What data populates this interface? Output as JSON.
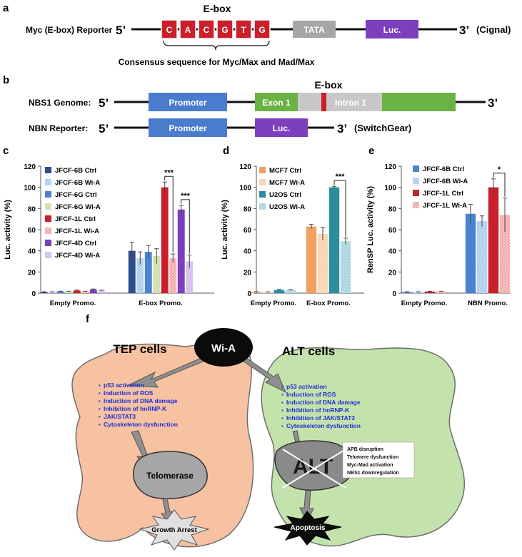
{
  "colors": {
    "ebox_red": "#cc1f2a",
    "tata_gray": "#a6a6a6",
    "luc_purple": "#7d3fbd",
    "promoter_blue": "#4a7ccd",
    "exon_green": "#6bb244",
    "tep_fill": "#f6c2a2",
    "alt_fill": "#c4e3ac",
    "list_blue": "#1f2fd6"
  },
  "panel_a": {
    "label": "a",
    "reporter_label": "Myc (E-box) Reporter",
    "five_prime": "5’",
    "three_prime": "3’",
    "cignal": "(Cignal)",
    "ebox_title": "E-box",
    "sequence": [
      "C",
      "A",
      "C",
      "G",
      "T",
      "G"
    ],
    "tata": "TATA",
    "luc": "Luc.",
    "consensus": "Consensus sequence for Myc/Max and Mad/Max"
  },
  "panel_b": {
    "label": "b",
    "genome_label": "NBS1 Genome:",
    "reporter_label": "NBN Reporter:",
    "five_prime": "5’",
    "three_prime": "3’",
    "promoter": "Promoter",
    "exon": "Exon 1",
    "intron": "Intron 1",
    "ebox": "E-box",
    "luc": "Luc.",
    "switchgear": "(SwitchGear)"
  },
  "chart_data": [
    {
      "panel": "c",
      "type": "bar",
      "ylabel": "Luc. activity (%)",
      "ylim": [
        0,
        120
      ],
      "yticks": [
        0,
        20,
        40,
        60,
        80,
        100,
        120
      ],
      "categories": [
        "Empty Promo.",
        "E-box Promo."
      ],
      "series": [
        {
          "name": "JFCF-6B Ctrl",
          "color": "#2e4d8c",
          "pattern": false,
          "values": [
            1,
            40
          ],
          "errors": [
            0.3,
            8
          ]
        },
        {
          "name": "JFCF-6B Wi-A",
          "color": "#a6c8ec",
          "pattern": true,
          "values": [
            1,
            33
          ],
          "errors": [
            0.3,
            6
          ]
        },
        {
          "name": "JFCF-6G Ctrl",
          "color": "#4a84cf",
          "pattern": false,
          "values": [
            1.5,
            39
          ],
          "errors": [
            0.3,
            6
          ]
        },
        {
          "name": "JFCF-6G Wi-A",
          "color": "#c6dca6",
          "pattern": true,
          "values": [
            1.5,
            35
          ],
          "errors": [
            0.3,
            7
          ]
        },
        {
          "name": "JFCF-1L Ctrl",
          "color": "#c9202b",
          "pattern": false,
          "values": [
            2.5,
            100
          ],
          "errors": [
            0.4,
            5
          ]
        },
        {
          "name": "JFCF-1L Wi-A",
          "color": "#f1a3a3",
          "pattern": true,
          "values": [
            1.5,
            33
          ],
          "errors": [
            0.3,
            4
          ]
        },
        {
          "name": "JFCF-4D Ctrl",
          "color": "#7a3fbf",
          "pattern": false,
          "values": [
            3.5,
            79
          ],
          "errors": [
            0.4,
            4
          ]
        },
        {
          "name": "JFCF-4D Wi-A",
          "color": "#cdb6ea",
          "pattern": true,
          "values": [
            2.5,
            30
          ],
          "errors": [
            0.3,
            6
          ]
        }
      ],
      "significance": [
        {
          "text": "***",
          "category": 1,
          "from": 4,
          "to": 5
        },
        {
          "text": "***",
          "category": 1,
          "from": 6,
          "to": 7
        }
      ]
    },
    {
      "panel": "d",
      "type": "bar",
      "ylabel": "Luc. activity (%)",
      "ylim": [
        0,
        120
      ],
      "yticks": [
        0,
        20,
        40,
        60,
        80,
        100,
        120
      ],
      "categories": [
        "Empty Promo.",
        "E-box Promo."
      ],
      "series": [
        {
          "name": "MCF7 Ctrl",
          "color": "#f2a05e",
          "pattern": false,
          "values": [
            1,
            63
          ],
          "errors": [
            0.3,
            2
          ]
        },
        {
          "name": "MCF7 Wi-A",
          "color": "#f7cda6",
          "pattern": true,
          "values": [
            1,
            56
          ],
          "errors": [
            0.3,
            6
          ]
        },
        {
          "name": "U2OS Ctrl",
          "color": "#2b8d9e",
          "pattern": false,
          "values": [
            3,
            100
          ],
          "errors": [
            0.4,
            1
          ]
        },
        {
          "name": "U2OS Wi-A",
          "color": "#9fd0dc",
          "pattern": true,
          "values": [
            3,
            49
          ],
          "errors": [
            0.4,
            3
          ]
        }
      ],
      "significance": [
        {
          "text": "***",
          "category": 1,
          "from": 2,
          "to": 3
        }
      ]
    },
    {
      "panel": "e",
      "type": "bar",
      "ylabel": "RenSP Luc. activity (%)",
      "ylim": [
        0,
        120
      ],
      "yticks": [
        0,
        20,
        40,
        60,
        80,
        100,
        120
      ],
      "categories": [
        "Empty Promo.",
        "NBN Promo."
      ],
      "series": [
        {
          "name": "JFCF-6B Ctrl",
          "color": "#4a84cf",
          "pattern": false,
          "values": [
            1,
            75
          ],
          "errors": [
            0.3,
            9
          ]
        },
        {
          "name": "JFCF-6B Wi-A",
          "color": "#a6c8ec",
          "pattern": true,
          "values": [
            1,
            68
          ],
          "errors": [
            0.3,
            5
          ]
        },
        {
          "name": "JFCF-1L Ctrl",
          "color": "#c9202b",
          "pattern": false,
          "values": [
            1.5,
            100
          ],
          "errors": [
            0.3,
            8
          ]
        },
        {
          "name": "JFCF-1L Wi-A",
          "color": "#f1a3a3",
          "pattern": true,
          "values": [
            1.5,
            74
          ],
          "errors": [
            0.3,
            16
          ]
        }
      ],
      "significance": [
        {
          "text": "*",
          "category": 1,
          "from": 2,
          "to": 3
        }
      ]
    }
  ],
  "panel_f": {
    "label": "f",
    "wia": "Wi-A",
    "tep_title": "TEP cells",
    "alt_title": "ALT cells",
    "tep_list": [
      "p53 activation",
      "Induction of ROS",
      "Induction of DNA damage",
      "Inhibition of hnRNP-K",
      "JAK/STAT3",
      "Cytoskeleton dysfunction"
    ],
    "alt_list": [
      "p53 activation",
      "Induction of ROS",
      "Induction of DNA damage",
      "Inhibition of hnRNP-K",
      "Inhibition of JAK/STAT3",
      "Cytoskeleton dysfunction"
    ],
    "telomerase": "Telomerase",
    "alt": "ALT",
    "alt_box": [
      "APB disruption",
      "Telomere dysfunction",
      "Myc-Mad activation",
      "NBS1 downregulation"
    ],
    "growth_arrest": "Growth Arrest",
    "apoptosis": "Apoptosis"
  }
}
